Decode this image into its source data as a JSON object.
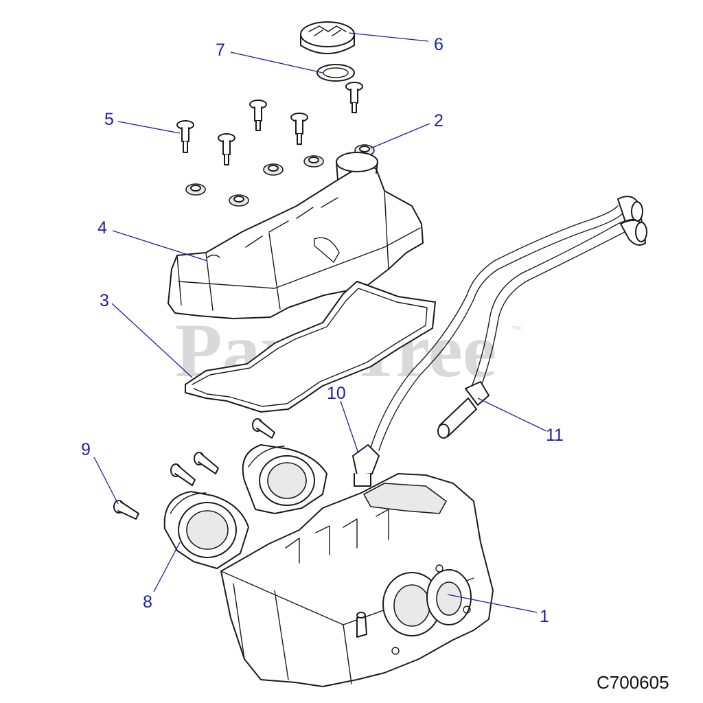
{
  "watermark": {
    "text": "PartsTree",
    "trademark": "™"
  },
  "figure_code": "C700605",
  "callouts": [
    {
      "id": "1",
      "label": "1"
    },
    {
      "id": "2",
      "label": "2"
    },
    {
      "id": "3",
      "label": "3"
    },
    {
      "id": "4",
      "label": "4"
    },
    {
      "id": "5",
      "label": "5"
    },
    {
      "id": "6",
      "label": "6"
    },
    {
      "id": "7",
      "label": "7"
    },
    {
      "id": "8",
      "label": "8"
    },
    {
      "id": "9",
      "label": "9"
    },
    {
      "id": "10",
      "label": "10"
    },
    {
      "id": "11",
      "label": "11"
    }
  ],
  "colors": {
    "callout": "#1b1bb3",
    "line_art": "#1a1a1a",
    "watermark": "#d9d9d9"
  }
}
